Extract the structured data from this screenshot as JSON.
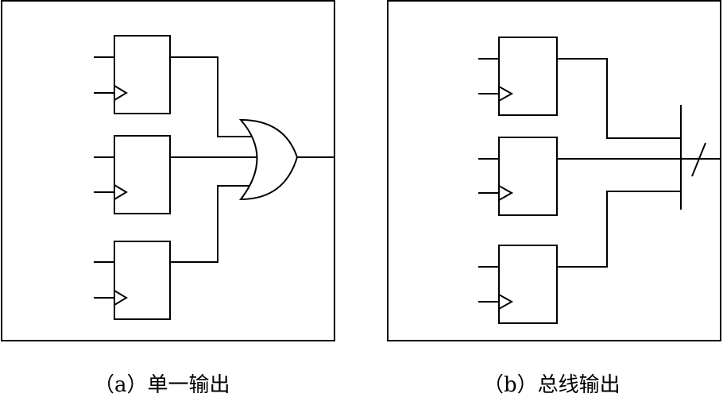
{
  "panels": [
    {
      "id": "a",
      "caption": "（a）单一输出"
    },
    {
      "id": "b",
      "caption": "（b）总线输出"
    }
  ]
}
